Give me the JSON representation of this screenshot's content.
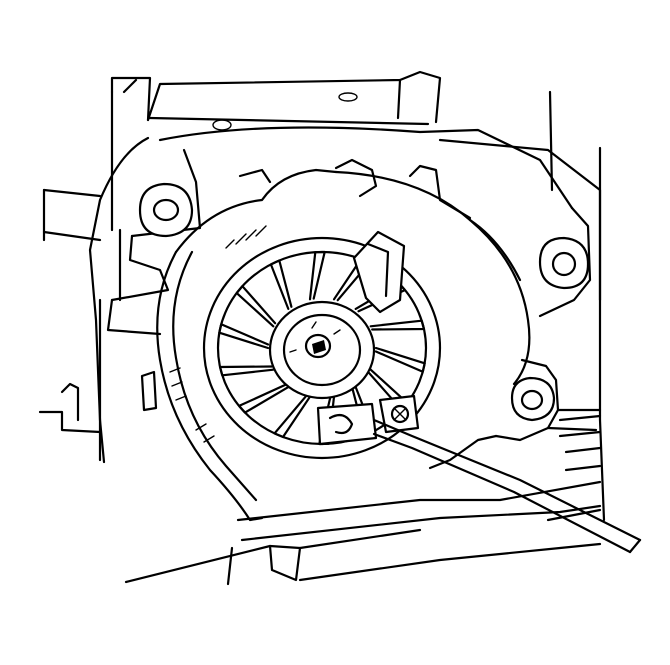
{
  "figure": {
    "subject": "blower-motor-assembly",
    "style": "line-art",
    "colors": {
      "line": "#000000",
      "background": "#ffffff"
    },
    "fan_blade_count": 14,
    "icons": [
      "blower-wheel-icon",
      "mounting-screw-icon",
      "ground-strap-icon",
      "wire-lead-icon"
    ]
  }
}
